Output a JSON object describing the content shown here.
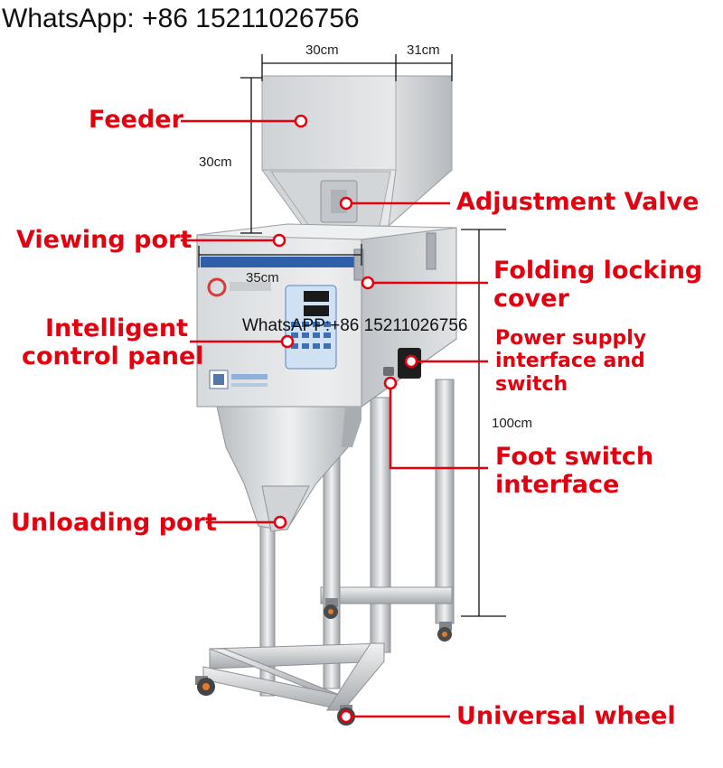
{
  "watermark_top": "WhatsApp: +86 15211026756",
  "watermark_mid": "WhatsAPP:+86 15211026756",
  "dimensions": {
    "hopper_width": "30cm",
    "hopper_depth": "31cm",
    "hopper_height": "30cm",
    "body_width": "35cm",
    "total_height": "100cm"
  },
  "labels": {
    "feeder": "Feeder",
    "adjustment_valve": "Adjustment Valve",
    "viewing_port": "Viewing port",
    "folding_cover": [
      "Folding locking",
      "cover"
    ],
    "control_panel": [
      "Intelligent",
      "control panel"
    ],
    "power_supply": [
      "Power supply",
      "interface and",
      "switch"
    ],
    "foot_switch": [
      "Foot switch",
      "interface"
    ],
    "unloading_port": "Unloading port",
    "universal_wheel": "Universal wheel"
  },
  "colors": {
    "callout": "#e3000f",
    "steel_light": "#e4e6e8",
    "steel_dark": "#9ea3a8",
    "panel": "#cfe1f3"
  }
}
